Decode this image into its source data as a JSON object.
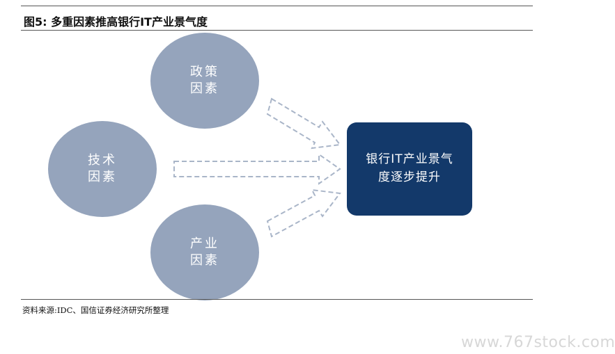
{
  "figure": {
    "title": "图5:  多重因素推高银行IT产业景气度"
  },
  "factors": [
    {
      "line1": "政策",
      "line2": "因素"
    },
    {
      "line1": "技术",
      "line2": "因素"
    },
    {
      "line1": "产业",
      "line2": "因素"
    }
  ],
  "target": {
    "line1": "银行IT产业景气",
    "line2": "度逐步提升"
  },
  "source": "资料来源:IDC、国信证券经济研究所整理",
  "watermark": "www.767stock.com",
  "colors": {
    "factor_fill": "#95a4bc",
    "target_fill": "#13396a",
    "arrow_stroke": "#a9b5c8"
  }
}
